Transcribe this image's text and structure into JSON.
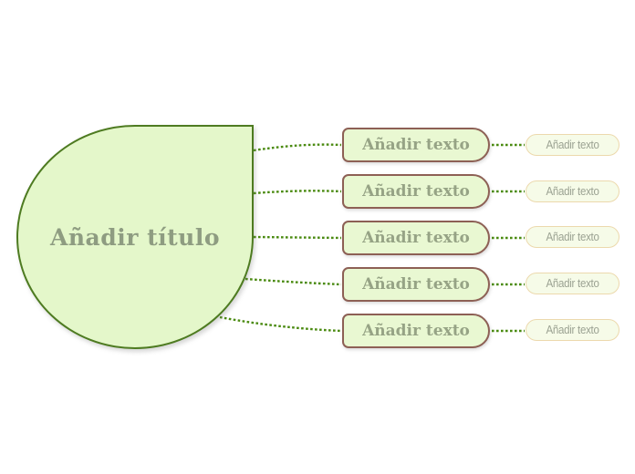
{
  "central_topic": {
    "label": "Añadir título"
  },
  "main_topics": [
    {
      "label": "Añadir texto"
    },
    {
      "label": "Añadir texto"
    },
    {
      "label": "Añadir texto"
    },
    {
      "label": "Añadir texto"
    },
    {
      "label": "Añadir texto"
    }
  ],
  "subtopics": [
    {
      "label": "Añadir texto"
    },
    {
      "label": "Añadir texto"
    },
    {
      "label": "Añadir texto"
    },
    {
      "label": "Añadir texto"
    },
    {
      "label": "Añadir texto"
    }
  ],
  "colors": {
    "background": "#ffffff",
    "connector_green": "#4a8a10",
    "central_fill": "#e4f7ca",
    "central_border": "#4e7b21",
    "central_text": "#8e9c81",
    "main_topic_fill": "#e9f8d2",
    "main_topic_border": "#8d6055",
    "main_topic_text": "#96a385",
    "subtopic_fill": "#f6fbe8",
    "subtopic_border": "#ecd9ad",
    "subtopic_text": "#9ba292"
  }
}
